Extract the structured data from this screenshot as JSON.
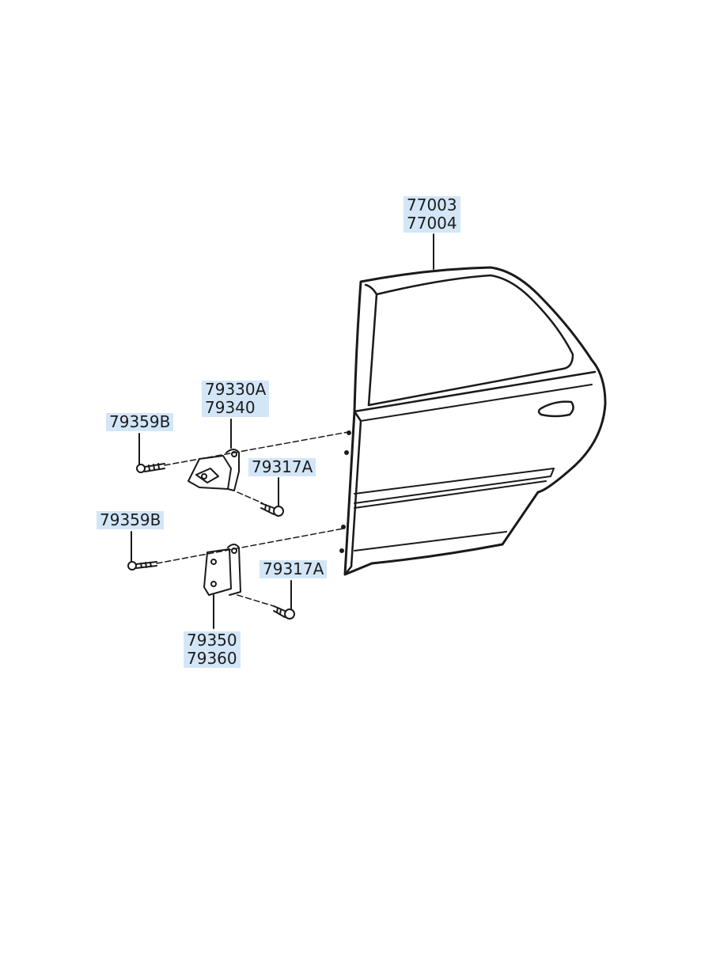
{
  "callouts": {
    "door": {
      "line1": "77003",
      "line2": "77004"
    },
    "upper_hinge": {
      "line1": "79330A",
      "line2": "79340"
    },
    "upper_hinge_bolt": {
      "line1": "79359B"
    },
    "upper_door_bolt": {
      "line1": "79317A"
    },
    "lower_hinge_bolt": {
      "line1": "79359B"
    },
    "lower_door_bolt": {
      "line1": "79317A"
    },
    "lower_hinge": {
      "line1": "79350",
      "line2": "79360"
    }
  },
  "colors": {
    "label_background": "#d3e6f7",
    "line": "#1a1a1a"
  }
}
